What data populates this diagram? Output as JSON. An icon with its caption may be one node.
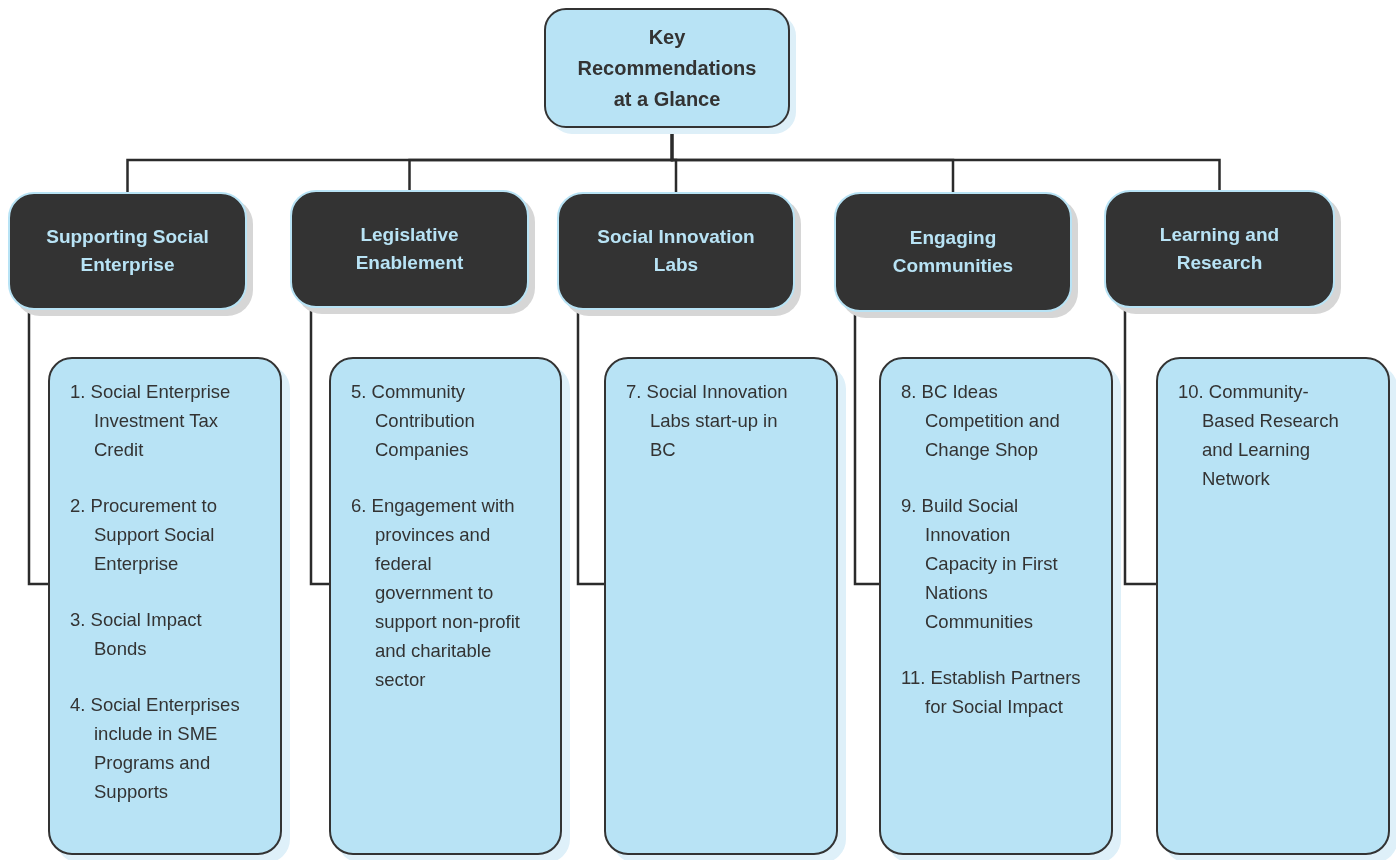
{
  "diagram": {
    "nodes": [
      {
        "text": [
          "Key Recommendations at a Glance"
        ]
      },
      {
        "text": [
          "Supporting Social Enterprise"
        ]
      },
      {
        "text": [
          "Legislative Enablement"
        ]
      },
      {
        "text": [
          "Social Innovation Labs"
        ]
      },
      {
        "text": [
          "Engaging Communities"
        ]
      },
      {
        "text": [
          "Learning and Research"
        ]
      },
      {
        "text": [
          "1. Social Enterprise Investment Tax Credit",
          "2. Procurement to Support Social Enterprise",
          "3. Social Impact Bonds",
          "4. Social Enterprises include in SME Programs and Supports"
        ]
      },
      {
        "text": [
          "5. Community Contribution Companies",
          "6. Engagement with provinces and federal government to support non-profit and charitable sector"
        ]
      },
      {
        "text": [
          "7. Social Innovation Labs start-up in BC"
        ]
      },
      {
        "text": [
          "8. BC Ideas Competition and Change Shop",
          "9. Build Social Innovation Capacity in First Nations Communities",
          "11. Establish Partners for Social Impact"
        ]
      },
      {
        "text": [
          "10. Community-Based Research and Learning Network"
        ]
      }
    ],
    "edges": [
      {
        "from": 0,
        "to": 1,
        "arrow": "none"
      },
      {
        "from": 0,
        "to": 2,
        "arrow": "none"
      },
      {
        "from": 0,
        "to": 3,
        "arrow": "none"
      },
      {
        "from": 0,
        "to": 4,
        "arrow": "none"
      },
      {
        "from": 0,
        "to": 5,
        "arrow": "none"
      },
      {
        "from": 1,
        "to": 6,
        "arrow": "none"
      },
      {
        "from": 2,
        "to": 7,
        "arrow": "none"
      },
      {
        "from": 3,
        "to": 8,
        "arrow": "none"
      },
      {
        "from": 4,
        "to": 9,
        "arrow": "none"
      },
      {
        "from": 5,
        "to": 10,
        "arrow": "none"
      }
    ]
  }
}
